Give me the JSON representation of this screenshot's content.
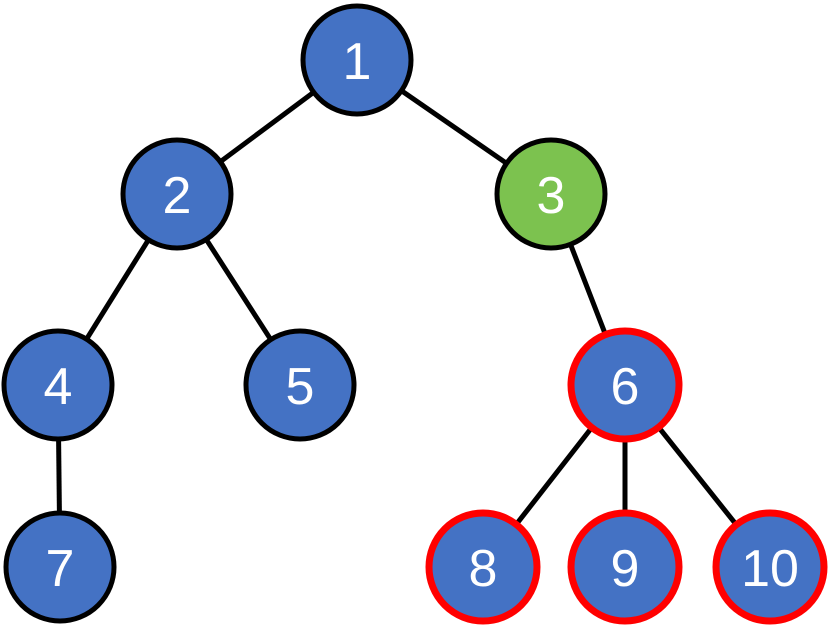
{
  "diagram": {
    "description": "Tree diagram of 10 numbered circular nodes connected by black edges. Node 3 is highlighted green; nodes 6, 8, 9 and 10 are outlined in red.",
    "colors": {
      "node_fill_blue": "#4472C4",
      "node_fill_green": "#7CC24F",
      "border_black": "#000000",
      "border_red": "#FF0000",
      "edge_black": "#000000",
      "label_white": "#FFFFFF",
      "background": "#FFFFFF"
    },
    "nodes": [
      {
        "id": "1",
        "label": "1",
        "fill_color": "#4472C4",
        "border_color": "#000000",
        "border_style": "black",
        "parent": null
      },
      {
        "id": "2",
        "label": "2",
        "fill_color": "#4472C4",
        "border_color": "#000000",
        "border_style": "black",
        "parent": "1"
      },
      {
        "id": "3",
        "label": "3",
        "fill_color": "#7CC24F",
        "border_color": "#000000",
        "border_style": "black",
        "parent": "1"
      },
      {
        "id": "4",
        "label": "4",
        "fill_color": "#4472C4",
        "border_color": "#000000",
        "border_style": "black",
        "parent": "2"
      },
      {
        "id": "5",
        "label": "5",
        "fill_color": "#4472C4",
        "border_color": "#000000",
        "border_style": "black",
        "parent": "2"
      },
      {
        "id": "6",
        "label": "6",
        "fill_color": "#4472C4",
        "border_color": "#FF0000",
        "border_style": "red",
        "parent": "3"
      },
      {
        "id": "7",
        "label": "7",
        "fill_color": "#4472C4",
        "border_color": "#000000",
        "border_style": "black",
        "parent": "4"
      },
      {
        "id": "8",
        "label": "8",
        "fill_color": "#4472C4",
        "border_color": "#FF0000",
        "border_style": "red",
        "parent": "6"
      },
      {
        "id": "9",
        "label": "9",
        "fill_color": "#4472C4",
        "border_color": "#FF0000",
        "border_style": "red",
        "parent": "6"
      },
      {
        "id": "10",
        "label": "10",
        "fill_color": "#4472C4",
        "border_color": "#FF0000",
        "border_style": "red",
        "parent": "6"
      }
    ],
    "edges": [
      {
        "from": "1",
        "to": "2"
      },
      {
        "from": "1",
        "to": "3"
      },
      {
        "from": "2",
        "to": "4"
      },
      {
        "from": "2",
        "to": "5"
      },
      {
        "from": "3",
        "to": "6"
      },
      {
        "from": "4",
        "to": "7"
      },
      {
        "from": "6",
        "to": "8"
      },
      {
        "from": "6",
        "to": "9"
      },
      {
        "from": "6",
        "to": "10"
      }
    ]
  }
}
